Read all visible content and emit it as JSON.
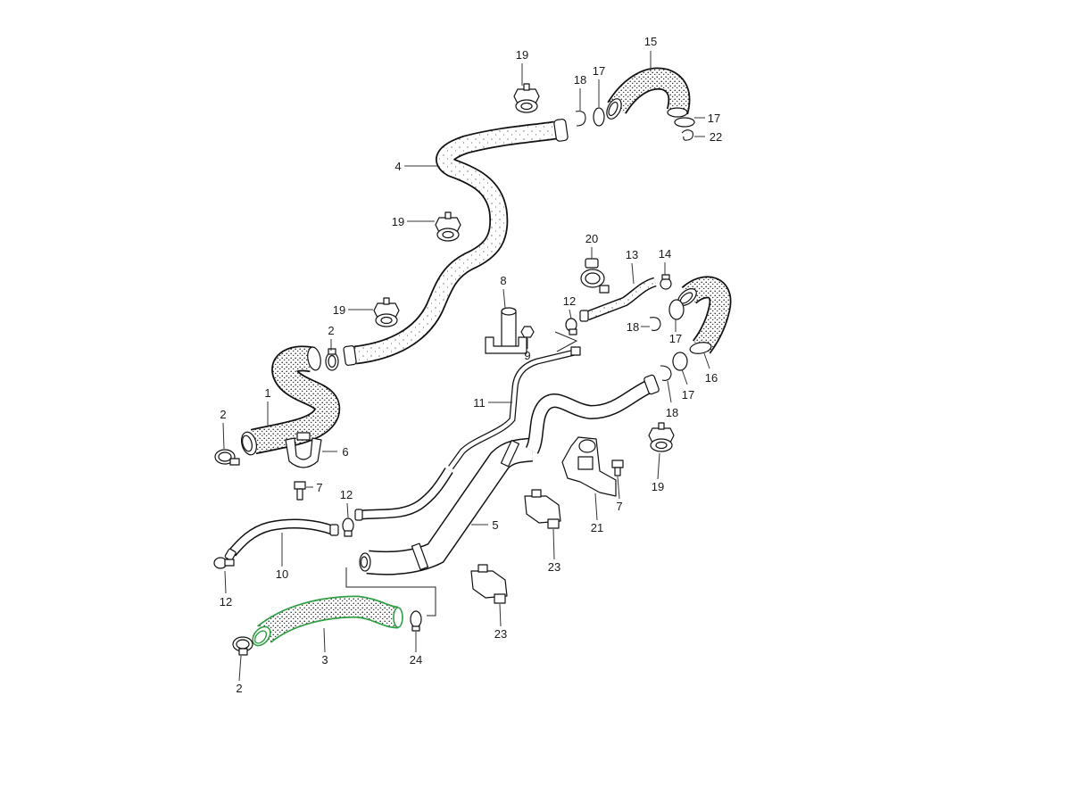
{
  "diagram": {
    "highlight_color": "#2f9e44",
    "callouts": [
      "15",
      "19",
      "17",
      "18",
      "17",
      "22",
      "4",
      "19",
      "20",
      "13",
      "14",
      "8",
      "12",
      "19",
      "2",
      "18",
      "17",
      "9",
      "16",
      "17",
      "11",
      "18",
      "1",
      "2",
      "6",
      "7",
      "12",
      "19",
      "7",
      "5",
      "21",
      "10",
      "23",
      "12",
      "23",
      "3",
      "24",
      "2"
    ]
  }
}
